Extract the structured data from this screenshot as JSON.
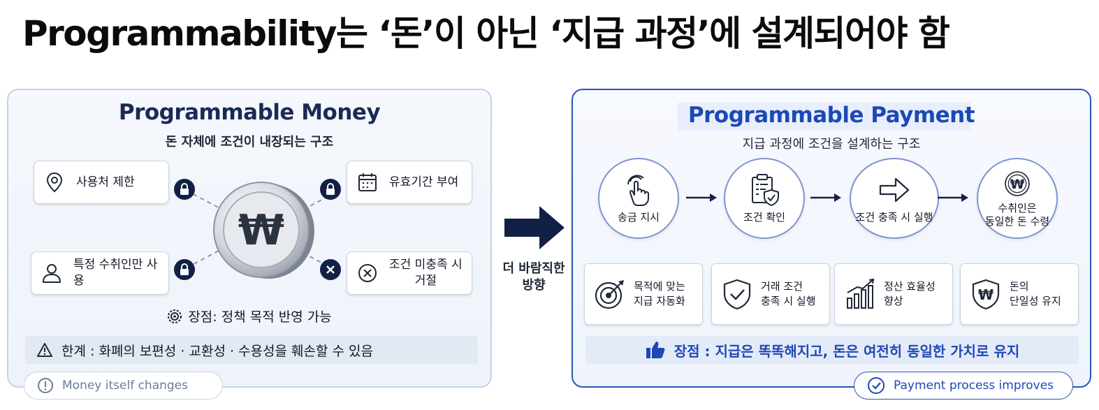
{
  "title": "Programmability는 ‘돈’이 아닌 ‘지급 과정’에 설계되어야 함",
  "left": {
    "title": "Programmable Money",
    "subtitle": "돈 자체에 조건이 내장되는 구조",
    "features": [
      {
        "label": "사용처 제한",
        "icon": "location-pin-icon"
      },
      {
        "label": "유효기간 부여",
        "icon": "calendar-icon"
      },
      {
        "label": "특정 수취인만 사용",
        "icon": "person-icon"
      },
      {
        "label_line1": "조건 미충족 시",
        "label_line2": "거절",
        "icon": "x-circle-icon"
      }
    ],
    "coin_symbol": "₩",
    "advantage": "장점: 정책 목적 반영 가능",
    "limitation": "한계 : 화폐의 보편성 · 교환성 · 수용성을 훼손할 수 있음",
    "footer": "Money itself changes"
  },
  "middle": {
    "line1": "더 바람직한",
    "line2": "방향"
  },
  "right": {
    "title": "Programmable Payment",
    "subtitle": "지급 과정에 조건을 설계하는 구조",
    "steps": [
      {
        "label": "송금 지시",
        "icon": "tap-hand-icon"
      },
      {
        "label": "조건 확인",
        "icon": "clipboard-shield-icon"
      },
      {
        "label": "조건 충족 시 실행",
        "icon": "arrow-right-icon"
      },
      {
        "label_line1": "수취인은",
        "label_line2": "동일한 돈 수령",
        "icon": "won-coin-icon"
      }
    ],
    "benefits": [
      {
        "line1": "목적에 맞는",
        "line2": "지급 자동화",
        "icon": "target-icon"
      },
      {
        "line1": "거래 조건",
        "line2": "충족 시 실행",
        "icon": "shield-check-icon"
      },
      {
        "line1": "정산 효율성",
        "line2": "향상",
        "icon": "bar-chart-icon"
      },
      {
        "line1": "돈의",
        "line2": "단일성 유지",
        "icon": "won-shield-icon"
      }
    ],
    "advantage": "장점 : 지급은 똑똑해지고, 돈은 여전히 동일한 가치로 유지",
    "footer": "Payment process improves"
  },
  "colors": {
    "dark_navy": "#132046",
    "accent_blue": "#1d48b6",
    "light_panel": "#eef3fa"
  }
}
